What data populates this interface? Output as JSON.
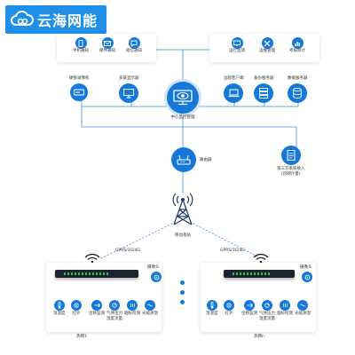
{
  "brand": {
    "name": "云海网能",
    "icon": "cloud-logo-icon"
  },
  "top_left_box": [
    {
      "label": "手机通知",
      "icon": "phone-icon"
    },
    {
      "label": "邮件通知",
      "icon": "mail-icon"
    },
    {
      "label": "短信通知",
      "icon": "message-icon"
    }
  ],
  "top_right_box": [
    {
      "label": "运行监测",
      "icon": "monitor-icon"
    },
    {
      "label": "运维管理",
      "icon": "tools-icon"
    },
    {
      "label": "考核统计",
      "icon": "chart-icon"
    }
  ],
  "middle_nodes": [
    {
      "label": "硬盘录像机",
      "icon": "recorder-icon"
    },
    {
      "label": "多屏显示器",
      "icon": "display-icon"
    },
    {
      "label": "中心监控管理",
      "icon": "eye-monitor-icon"
    },
    {
      "label": "远程客户端",
      "icon": "laptop-icon"
    },
    {
      "label": "备份服务器",
      "icon": "server-icon"
    },
    {
      "label": "数据服务器",
      "icon": "database-icon"
    }
  ],
  "router": {
    "label": "路由器",
    "icon": "router-icon"
  },
  "third_party": {
    "lines": [
      "第三方系统接入",
      "(热网计量)"
    ],
    "icon": "document-icon"
  },
  "tower": {
    "label": "移动基站",
    "icon": "cell-tower-icon"
  },
  "links": [
    "GPRS/3G/4G",
    "GPRS/3G/4G"
  ],
  "stations": [
    {
      "camera": "摄像头",
      "footer": "热网1",
      "sensors": [
        {
          "label": "温湿度",
          "icon": "thermometer-icon"
        },
        {
          "label": "红外",
          "icon": "infrared-icon"
        },
        {
          "label": "位移监测",
          "icon": "displacement-icon"
        },
        {
          "label": "气体压力",
          "icon": "gas-pressure-icon",
          "label2": "温度流量"
        },
        {
          "label": "烟标检测",
          "icon": "smoke-icon"
        },
        {
          "label": "光缆测温",
          "icon": "fiber-icon"
        }
      ]
    },
    {
      "camera": "摄像头",
      "footer": "热网n",
      "sensors": [
        {
          "label": "温湿度",
          "icon": "thermometer-icon"
        },
        {
          "label": "红外",
          "icon": "infrared-icon"
        },
        {
          "label": "位移监测",
          "icon": "displacement-icon"
        },
        {
          "label": "气体压力",
          "icon": "gas-pressure-icon",
          "label2": "温度流量"
        },
        {
          "label": "烟标检测",
          "icon": "smoke-icon"
        },
        {
          "label": "光缆测温",
          "icon": "fiber-icon"
        }
      ]
    }
  ],
  "colors": {
    "primary": "#1678d8",
    "line": "#3a8fe0",
    "brand_bg": "#1f8fe8",
    "device": "#1b2330",
    "led": "#34c24b"
  }
}
